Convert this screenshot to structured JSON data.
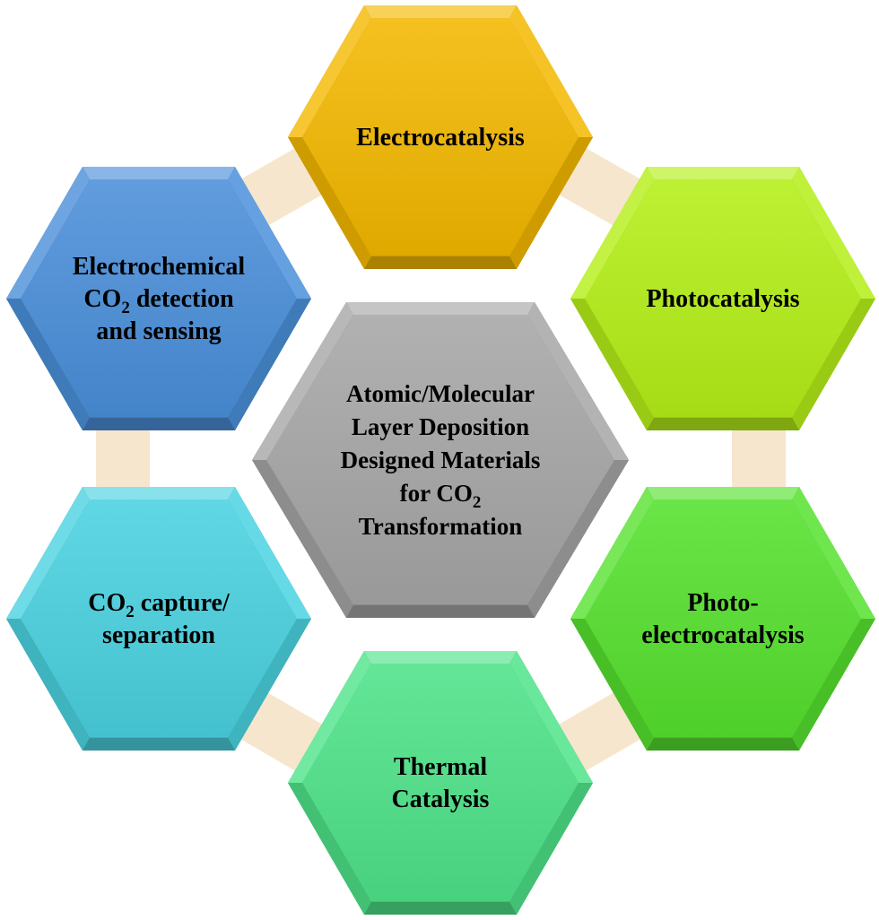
{
  "center": {
    "lines": [
      {
        "text": "Atomic/Molecular"
      },
      {
        "text": "Layer Deposition"
      },
      {
        "text": "Designed Materials"
      },
      {
        "text": "for CO",
        "sub": "2"
      },
      {
        "text": "Transformation"
      }
    ],
    "color": "#a6a6a6"
  },
  "applications": [
    {
      "key": "electrocatalysis",
      "color": "#f4b800",
      "lines": [
        {
          "text": "Electrocatalysis"
        }
      ]
    },
    {
      "key": "photocatalysis",
      "color": "#b4ef17",
      "lines": [
        {
          "text": "Photocatalysis"
        }
      ]
    },
    {
      "key": "photo-electrocatalysis",
      "color": "#56e12e",
      "lines": [
        {
          "text": "Photo-"
        },
        {
          "text": "electrocatalysis"
        }
      ]
    },
    {
      "key": "thermal-catalysis",
      "color": "#4ee389",
      "lines": [
        {
          "text": "Thermal"
        },
        {
          "text": "Catalysis"
        }
      ]
    },
    {
      "key": "co2-capture",
      "color": "#4ad2e0",
      "lines": [
        {
          "text": "CO",
          "sub": "2",
          "tail": " capture/"
        },
        {
          "text": "separation"
        }
      ]
    },
    {
      "key": "co2-sensing",
      "color": "#4a8fda",
      "lines": [
        {
          "text": "Electrochemical"
        },
        {
          "text": "CO",
          "sub": "2",
          "tail": " detection"
        },
        {
          "text": "and sensing"
        }
      ]
    }
  ],
  "connector_color": "#f5e2c4"
}
